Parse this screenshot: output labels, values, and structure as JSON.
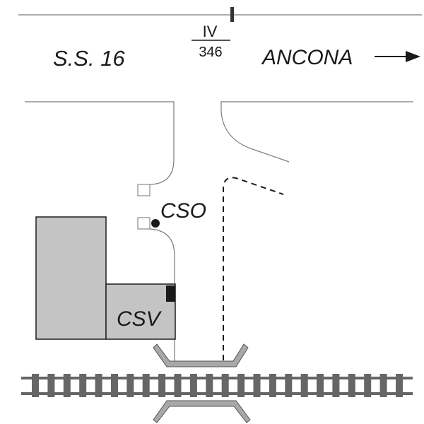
{
  "diagram": {
    "title": "Site plan: road S.S. 16 crossing railway",
    "road": {
      "name": "S.S. 16",
      "direction_label": "ANCONA",
      "direction_icon": "arrow-right-icon",
      "milepost": {
        "numerator": "IV",
        "denominator": "346"
      }
    },
    "labels": {
      "cso": "CSO",
      "csv": "CSV"
    },
    "colors": {
      "line": "#7a7a7a",
      "ink": "#1a1a1a",
      "building_fill": "#c4c4c4",
      "building_stroke": "#2a2a2a",
      "rail": "#666666",
      "bracket_fill": "#a8a8a8",
      "bracket_stroke": "#555555",
      "marker": "#333333"
    },
    "railway": {
      "tie_count": 24
    }
  }
}
